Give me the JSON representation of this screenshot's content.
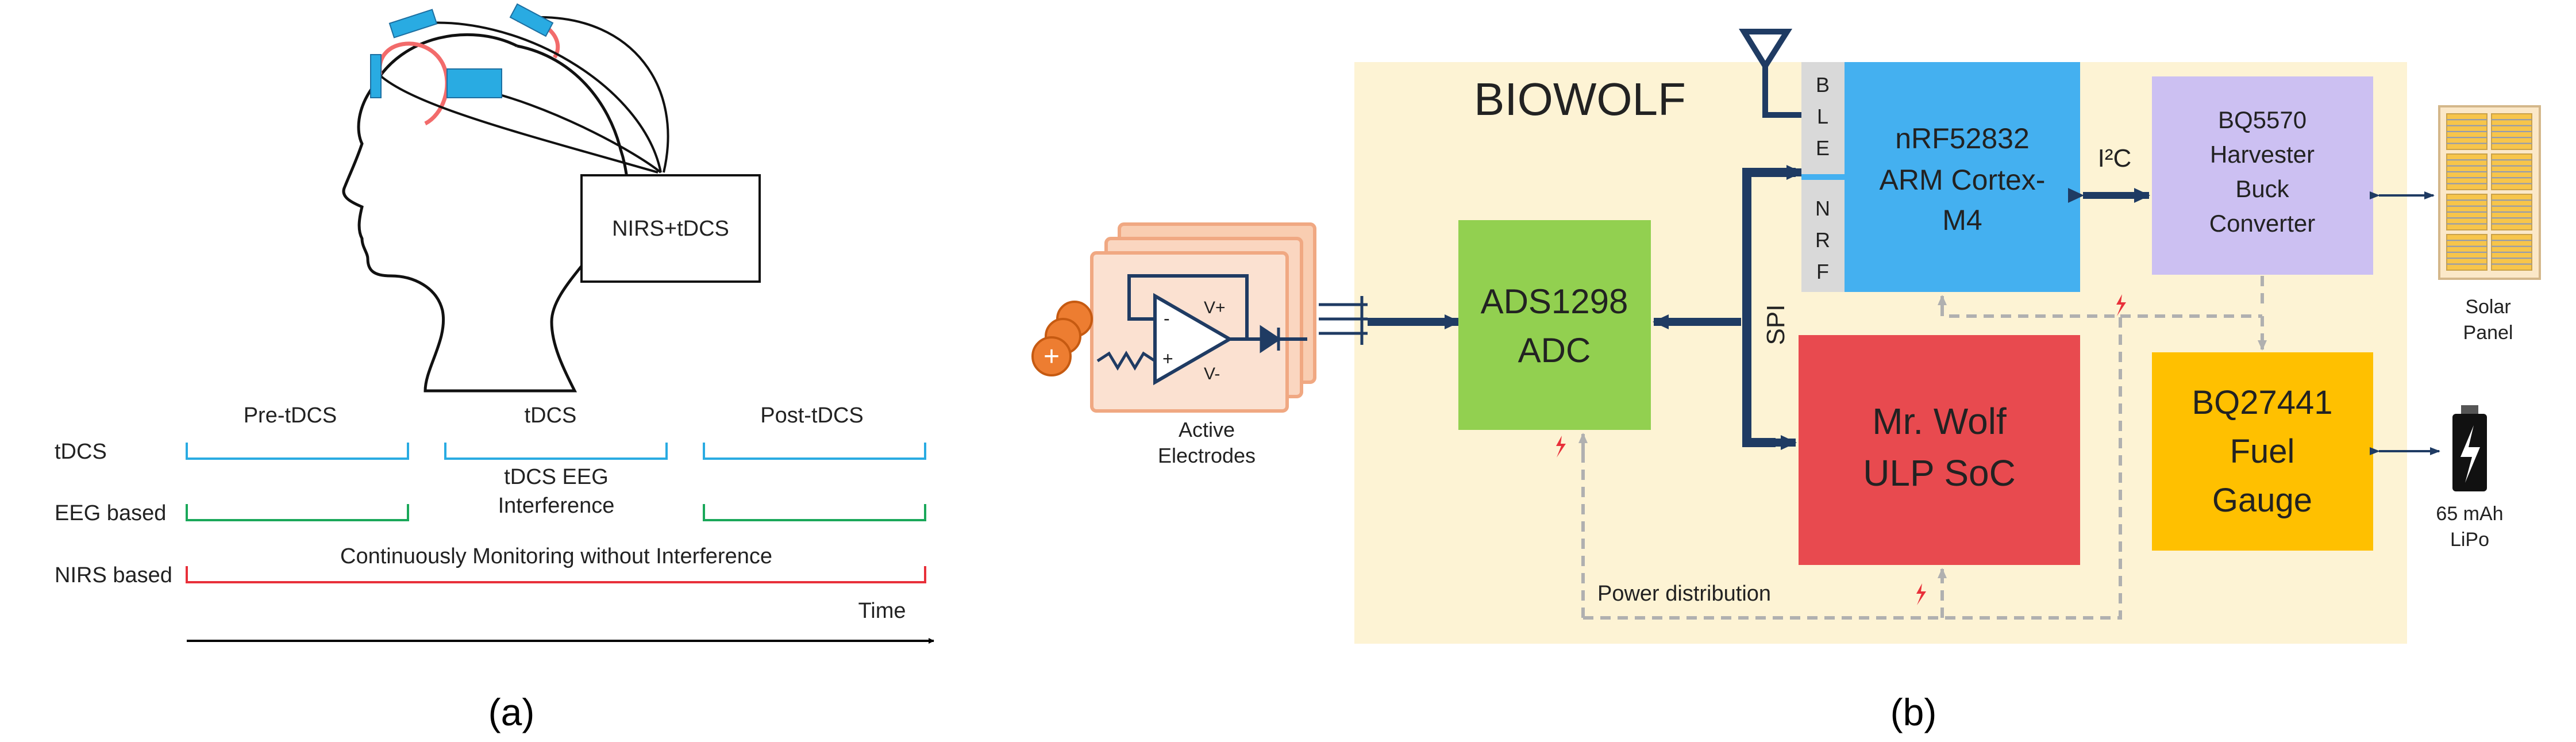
{
  "panel_a": {
    "caption": "(a)",
    "box_label": "NIRS+tDCS",
    "phases": [
      "Pre-tDCS",
      "tDCS",
      "Post-tDCS"
    ],
    "rows": [
      "tDCS",
      "EEG based",
      "NIRS based"
    ],
    "eeg_interference_line1": "tDCS EEG",
    "eeg_interference_line2": "Interference",
    "nirs_text": "Continuously Monitoring without  Interference",
    "axis_label": "Time",
    "colors": {
      "tdcs": "#29abe2",
      "eeg": "#1aa85a",
      "nirs": "#e8303a",
      "electrode": "#29abe2",
      "arc": "#f26b6b"
    }
  },
  "panel_b": {
    "caption": "(b)",
    "title": "BIOWOLF",
    "active_electrodes": [
      "Active",
      "Electrodes"
    ],
    "opamp_plus": "V+",
    "opamp_minus": "V-",
    "adc": [
      "ADS1298",
      "ADC"
    ],
    "spi": "SPI",
    "ble_letters": [
      "B",
      "L",
      "E"
    ],
    "nrf_letters": [
      "N",
      "R",
      "F"
    ],
    "nrf": [
      "nRF52832",
      "ARM Cortex-",
      "M4"
    ],
    "i2c": "I²C",
    "harvester": [
      "BQ5570",
      "Harvester",
      "Buck",
      "Converter"
    ],
    "solar": [
      "Solar",
      "Panel"
    ],
    "fuel": [
      "BQ27441",
      "Fuel",
      "Gauge"
    ],
    "battery": [
      "65 mAh",
      "LiPo"
    ],
    "wolf": [
      "Mr. Wolf",
      "ULP SoC"
    ],
    "power": "Power distribution",
    "colors": {
      "background": "#fdf3d4",
      "adc": "#92d050",
      "nrf": "#44b0f0",
      "side_strip": "#d9d9d9",
      "harvester": "#ccc0f2",
      "fuel": "#ffc000",
      "wolf": "#e84a4f",
      "arrow": "#1f3b63",
      "electrode": "#ed7d31"
    }
  }
}
